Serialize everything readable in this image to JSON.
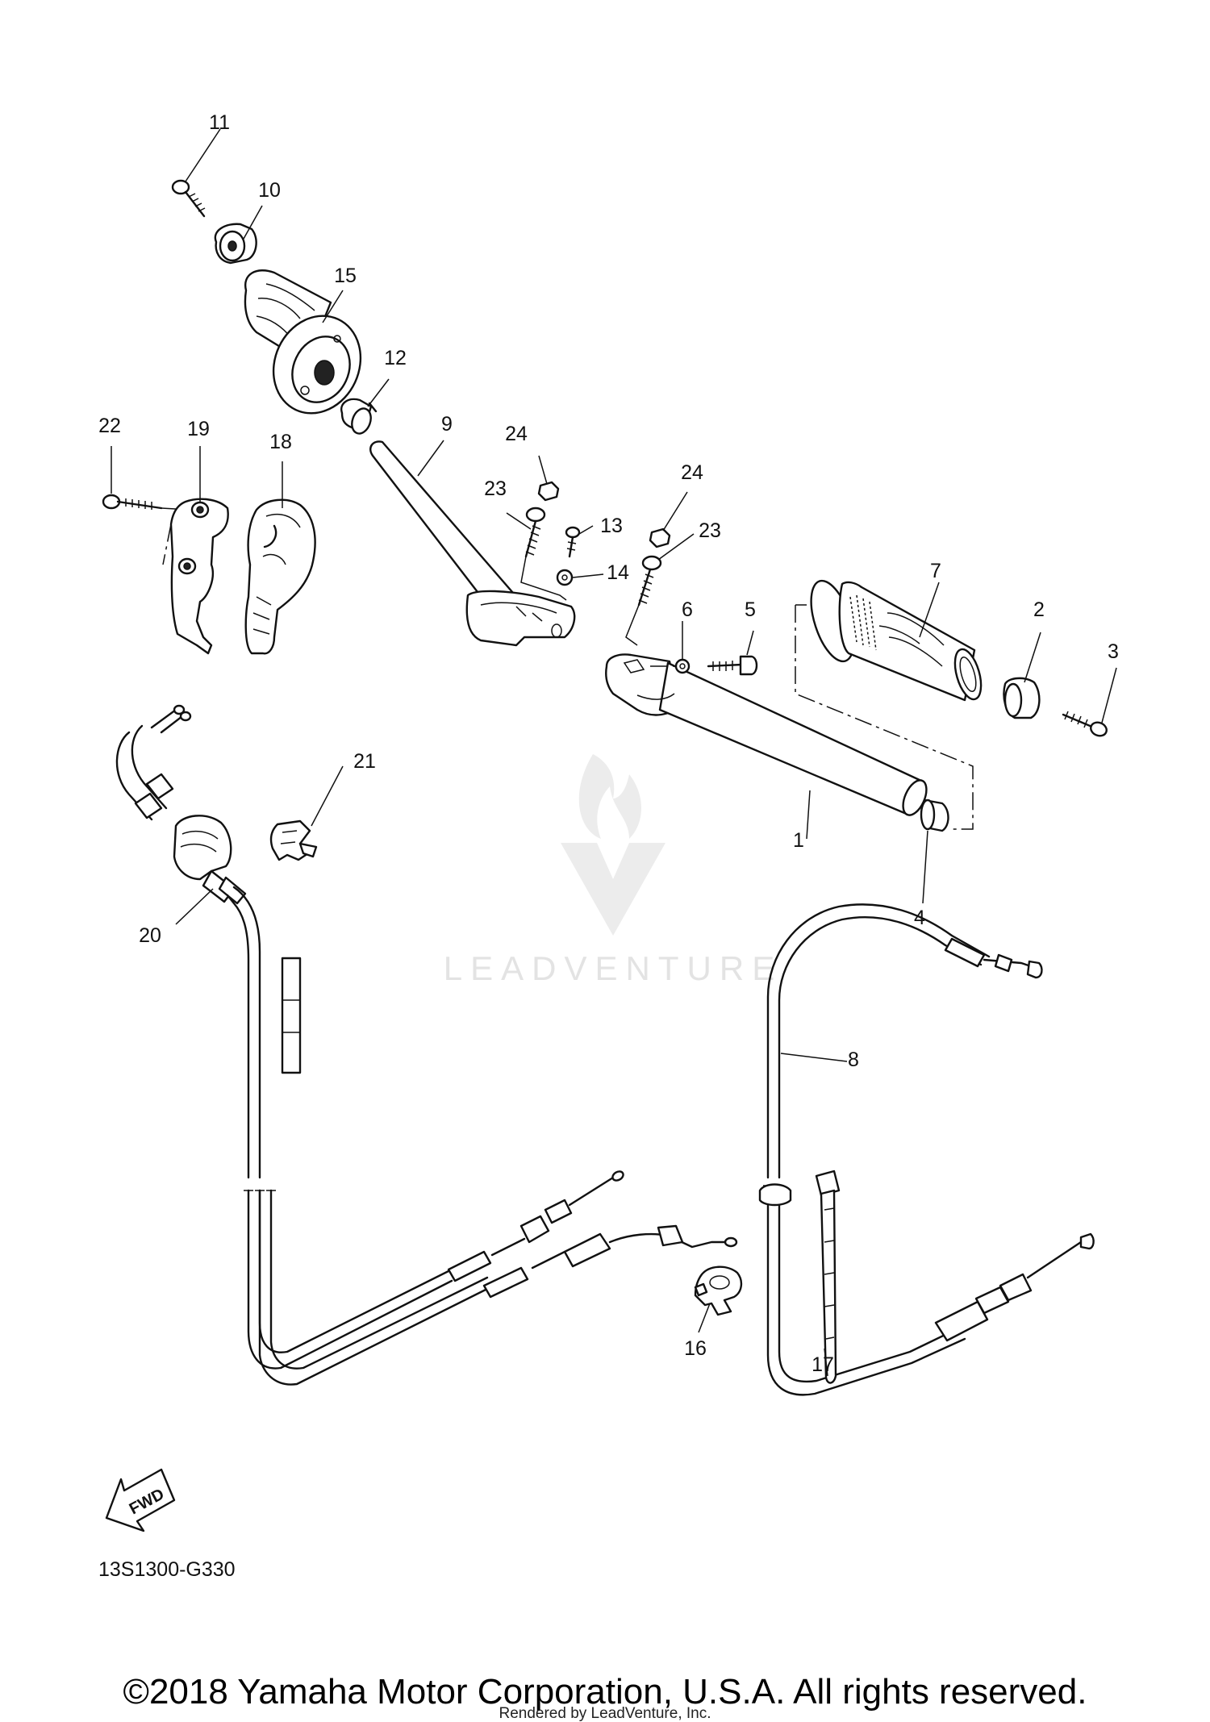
{
  "diagram": {
    "callouts": [
      {
        "id": "1",
        "label": "1"
      },
      {
        "id": "2",
        "label": "2"
      },
      {
        "id": "3",
        "label": "3"
      },
      {
        "id": "4",
        "label": "4"
      },
      {
        "id": "5",
        "label": "5"
      },
      {
        "id": "6",
        "label": "6"
      },
      {
        "id": "7",
        "label": "7"
      },
      {
        "id": "8",
        "label": "8"
      },
      {
        "id": "9",
        "label": "9"
      },
      {
        "id": "10",
        "label": "10"
      },
      {
        "id": "11",
        "label": "11"
      },
      {
        "id": "12",
        "label": "12"
      },
      {
        "id": "13",
        "label": "13"
      },
      {
        "id": "14",
        "label": "14"
      },
      {
        "id": "15",
        "label": "15"
      },
      {
        "id": "16",
        "label": "16"
      },
      {
        "id": "17",
        "label": "17"
      },
      {
        "id": "18",
        "label": "18"
      },
      {
        "id": "19",
        "label": "19"
      },
      {
        "id": "20",
        "label": "20"
      },
      {
        "id": "21",
        "label": "21"
      },
      {
        "id": "22",
        "label": "22"
      },
      {
        "id": "23a",
        "label": "23"
      },
      {
        "id": "23b",
        "label": "23"
      },
      {
        "id": "24a",
        "label": "24"
      },
      {
        "id": "24b",
        "label": "24"
      }
    ],
    "direction_label": "FWD",
    "drawing_code": "13S1300-G330",
    "watermark_text": "LEADVENTURE"
  },
  "footer": {
    "copyright": "©2018 Yamaha Motor Corporation, U.S.A. All rights reserved.",
    "rendered_by": "Rendered by LeadVenture, Inc."
  }
}
